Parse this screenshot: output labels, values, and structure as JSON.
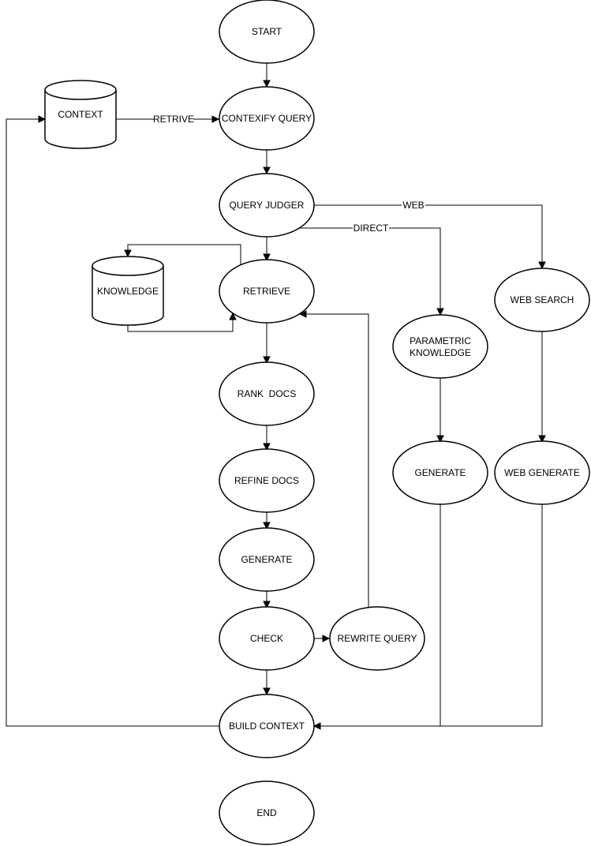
{
  "nodes": {
    "start": "START",
    "context": "CONTEXT",
    "contexify_query": "CONTEXIFY QUERY",
    "query_judger": "QUERY JUDGER",
    "knowledge": "KNOWLEDGE",
    "retrieve": "RETRIEVE",
    "rank_docs": "RANK  DOCS",
    "refine_docs": "REFINE DOCS",
    "generate_main": "GENERATE",
    "check": "CHECK",
    "rewrite_query": "REWRITE QUERY",
    "build_context": "BUILD CONTEXT",
    "end": "END",
    "parametric_knowledge": [
      "PARAMETRIC",
      "KNOWLEDGE"
    ],
    "generate_direct": "GENERATE",
    "web_search": "WEB SEARCH",
    "web_generate": "WEB GENERATE"
  },
  "edge_labels": {
    "retrive": "RETRIVE",
    "web": "WEB",
    "direct": "DIRECT"
  }
}
